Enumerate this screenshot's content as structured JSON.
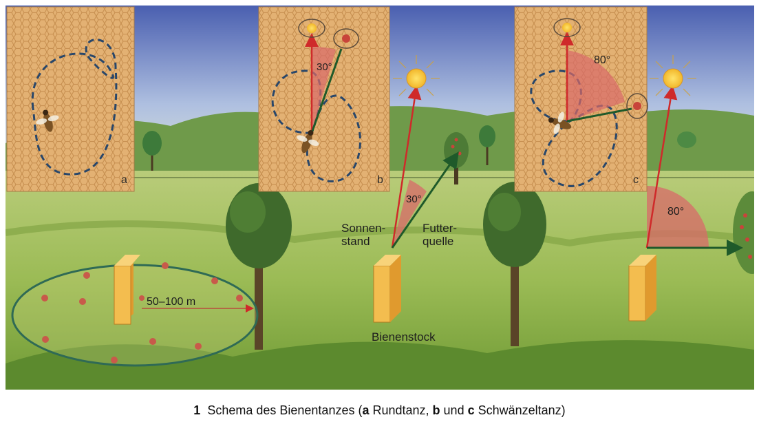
{
  "figure": {
    "panels": [
      "a",
      "b",
      "c"
    ],
    "labels": {
      "distance": "50–100 m",
      "angle_b": "30°",
      "angle_b_field": "30°",
      "angle_c": "80°",
      "angle_c_field": "80°",
      "sun_position": "Sonnen-\nstand",
      "food_source": "Futter-\nquelle",
      "hive": "Bienenstock"
    }
  },
  "caption": {
    "number": "1",
    "text_start": "Schema des Bienentanzes (",
    "a": "a",
    "a_text": " Rundtanz, ",
    "b": "b",
    "and": " und ",
    "c": "c",
    "c_text": " Schwänzeltanz)"
  }
}
